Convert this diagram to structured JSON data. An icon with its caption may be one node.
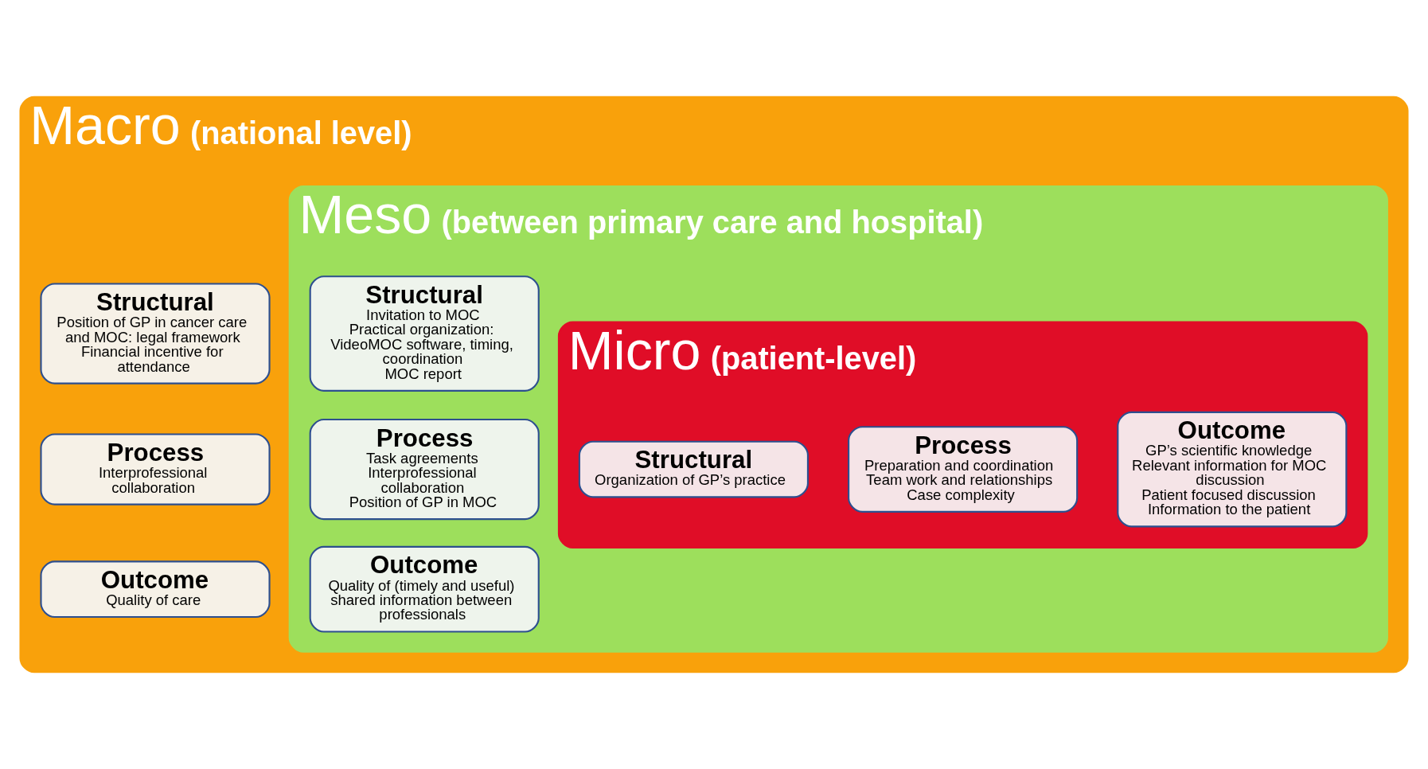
{
  "diagram": {
    "nodes": [
      {
        "text": [
          "Macro",
          "(national level)"
        ]
      },
      {
        "text": [
          "Structural",
          "Position of GP in cancer care and MOC: legal framework",
          "Financial incentive for attendance"
        ],
        "in": 0
      },
      {
        "text": [
          "Process",
          "Interprofessional collaboration"
        ],
        "in": 0
      },
      {
        "text": [
          "Outcome",
          "Quality of care"
        ],
        "in": 0
      },
      {
        "text": [
          "Meso",
          "(between primary care and hospital)"
        ],
        "in": 0
      },
      {
        "text": [
          "Structural",
          "Invitation to MOC",
          "Practical organization: VideoMOC software, timing, coordination",
          "MOC report"
        ],
        "in": 4
      },
      {
        "text": [
          "Process",
          "Task agreements",
          "Interprofessional collaboration",
          "Position of GP in MOC"
        ],
        "in": 4
      },
      {
        "text": [
          "Outcome",
          "Quality of (timely and useful) shared information between professionals"
        ],
        "in": 4
      },
      {
        "text": [
          "Micro",
          "(patient-level)"
        ],
        "in": 4
      },
      {
        "text": [
          "Structural",
          "Organization of GP’s practice"
        ],
        "in": 8
      },
      {
        "text": [
          "Process",
          "Preparation and coordination",
          "Team work and relationships",
          "Case complexity"
        ],
        "in": 8
      },
      {
        "text": [
          "Outcome",
          "GP’s scientific knowledge",
          "Relevant information for MOC discussion",
          "Patient focused discussion",
          "Information to the patient"
        ],
        "in": 8
      }
    ]
  }
}
